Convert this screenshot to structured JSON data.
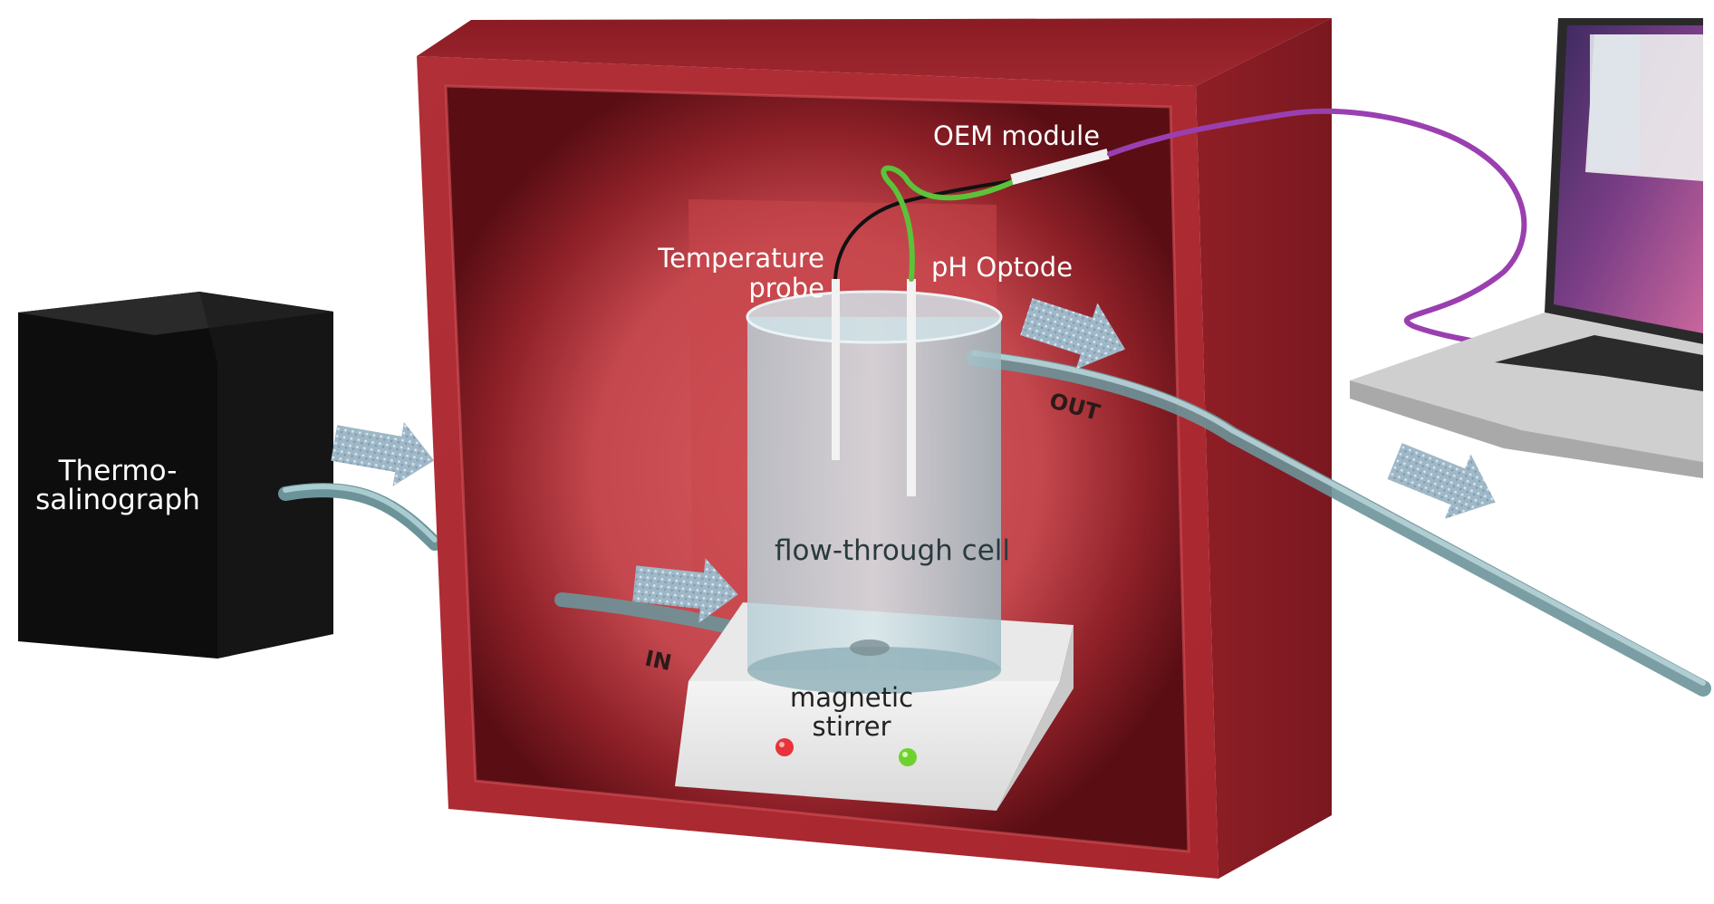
{
  "labels": {
    "thermosalinograph_line1": "Thermo-",
    "thermosalinograph_line2": "salinograph",
    "oem_module": "OEM module",
    "temperature_probe_line1": "Temperature",
    "temperature_probe_line2": "probe",
    "ph_optode": "pH Optode",
    "out": "OUT",
    "in": "IN",
    "flow_through_cell": "flow-through cell",
    "magnetic_stirrer_line1": "magnetic",
    "magnetic_stirrer_line2": "stirrer"
  },
  "colors": {
    "enclosure": "#b93038",
    "enclosure_dark": "#7a1a22",
    "thermosalinograph": "#111111",
    "tubing": "#8fb7bd",
    "oem_cable": "#9a3fb0",
    "optode_fiber": "#5cc23a",
    "stirrer_led_red": "#e8333a",
    "stirrer_led_green": "#6fd12e",
    "label_on_red": "#ffffff",
    "label_on_light": "#222222"
  },
  "icons": [
    "flow-arrow-icon",
    "laptop-icon"
  ]
}
